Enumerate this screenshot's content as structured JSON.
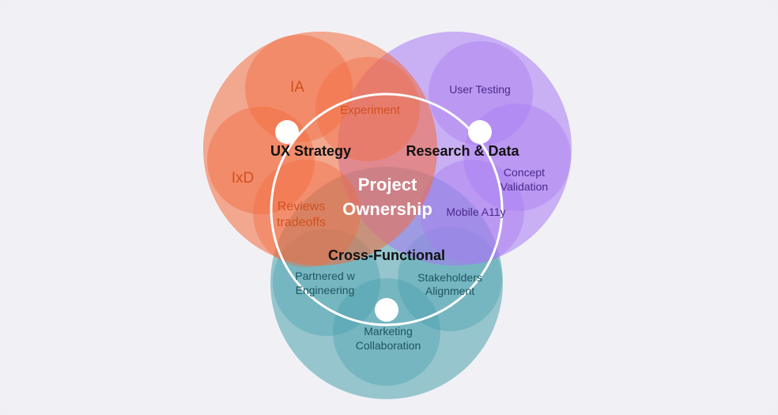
{
  "center_title": [
    "Project",
    "Ownership"
  ],
  "groups": {
    "ux": {
      "label": "UX Strategy",
      "items": [
        "IA",
        "Experiment",
        "IxD",
        "Reviews",
        "tradeoffs"
      ],
      "color": "#f26a3b"
    },
    "research": {
      "label": "Research & Data",
      "items": [
        "User Testing",
        "Concept",
        "Validation",
        "Mobile A11y"
      ],
      "color": "#a878f2"
    },
    "cross": {
      "label": "Cross-Functional",
      "items": [
        "Partnered w",
        "Engineering",
        "Stakeholders",
        "Alignment",
        "Marketing",
        "Collaboration"
      ],
      "color": "#3b9aa8"
    }
  },
  "colors": {
    "background": "#f1f1f5",
    "ring": "#ffffff",
    "ux_text": "#d2501f",
    "research_text": "#4a2a8a",
    "cross_text": "#1d5560"
  }
}
